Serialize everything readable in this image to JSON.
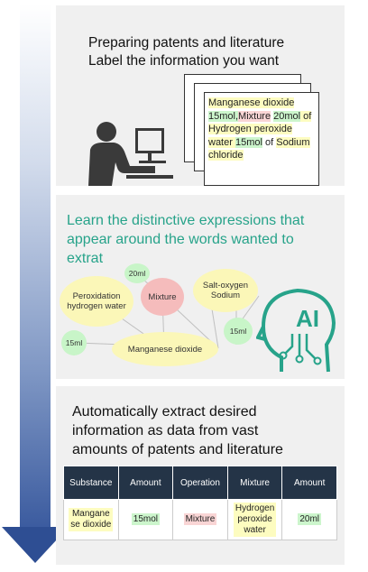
{
  "panel1": {
    "title_line1": "Preparing patents and literature",
    "title_line2": "Label the information you want",
    "doc_text": [
      {
        "text": "Manganese dioxide ",
        "hl": "y"
      },
      {
        "text": "15mol,",
        "hl": "g"
      },
      {
        "text": "Mixture",
        "hl": "p"
      },
      {
        "text": " ",
        "hl": ""
      },
      {
        "text": "20mol",
        "hl": "g"
      },
      {
        "text": " of Hydrogen peroxide water ",
        "hl": "y"
      },
      {
        "text": "15mol",
        "hl": "g"
      },
      {
        "text": " of ",
        "hl": ""
      },
      {
        "text": "Sodium chloride",
        "hl": "y"
      }
    ]
  },
  "panel2": {
    "title_line1": "Learn the distinctive expressions that",
    "title_line2": "appear around the words wanted to",
    "title_line3": "extrat",
    "bubbles": {
      "b20ml": "20ml",
      "peroxide_line1": "Peroxidation",
      "peroxide_line2": "hydrogen water",
      "mixture": "Mixture",
      "salt_line1": "Salt-oxygen",
      "salt_line2": "Sodium",
      "b15ml_right": "15ml",
      "b15ml_left": "15ml",
      "manganese": "Manganese dioxide"
    },
    "ai_label": "AI"
  },
  "panel3": {
    "title_line1": "Automatically extract desired",
    "title_line2": "information as data from vast",
    "title_line3": "amounts of patents and literature",
    "table": {
      "headers": [
        "Substance",
        "Amount",
        "Operation",
        "Mixture",
        "Amount"
      ],
      "row": {
        "substance_line1": "Mangane",
        "substance_line2": "se dioxide",
        "amount1": "15mol",
        "operation": "Mixture",
        "mixture_line1": "Hydrogen",
        "mixture_line2": "peroxide",
        "mixture_line3": "water",
        "amount2": "20ml"
      }
    }
  },
  "colors": {
    "accent_teal": "#27a38a",
    "table_header": "#243447",
    "highlight_green": "#ccf5cc",
    "highlight_pink": "#f9d5d5",
    "highlight_yellow": "#fdfcc0",
    "arrow_blue": "#2e4e93"
  }
}
